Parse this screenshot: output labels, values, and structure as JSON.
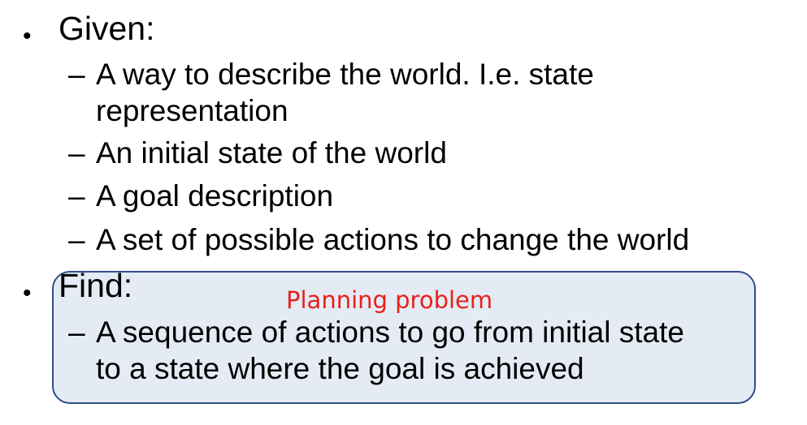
{
  "slide": {
    "given": {
      "bullet": "•",
      "label": "Given:",
      "items": [
        {
          "dash": "–",
          "lines": [
            "A way to describe the world. I.e. state",
            "representation"
          ]
        },
        {
          "dash": "–",
          "lines": [
            "An initial state of the world"
          ]
        },
        {
          "dash": "–",
          "lines": [
            "A goal description"
          ]
        },
        {
          "dash": "–",
          "lines": [
            "A set of possible actions to change the world"
          ]
        }
      ]
    },
    "find": {
      "bullet": "•",
      "label": "Find:",
      "items": [
        {
          "dash": "–",
          "lines": [
            "A sequence of actions to go from initial state",
            "to a state where the goal is achieved"
          ]
        }
      ]
    },
    "callout": {
      "text": "Planning problem",
      "text_color": "#e8201a",
      "box_fill": "#e4ebf4",
      "box_border": "#2f4f86"
    }
  }
}
